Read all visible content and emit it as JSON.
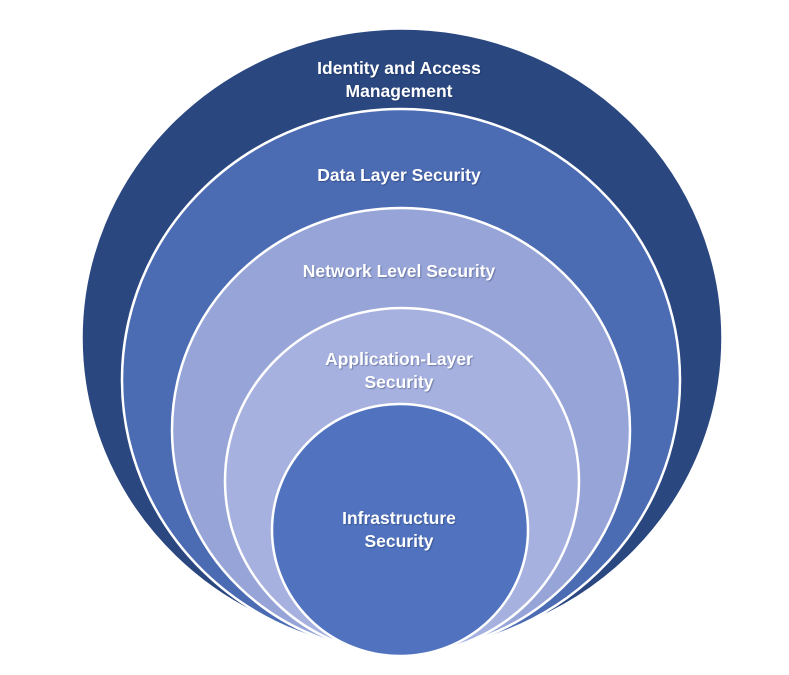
{
  "diagram": {
    "type": "nested-circles-onion-diagram",
    "background_color": "#ffffff",
    "divider_color": "#ffffff",
    "label_color": "#ffffff",
    "layers": [
      {
        "label": "Identity and Access Management",
        "lines": [
          "Identity and Access",
          "Management"
        ],
        "color": "#2a4780"
      },
      {
        "label": "Data Layer Security",
        "lines": [
          "Data Layer Security"
        ],
        "color": "#4b6bb3"
      },
      {
        "label": "Network Level Security",
        "lines": [
          "Network Level Security"
        ],
        "color": "#97a4d7"
      },
      {
        "label": "Application-Layer Security",
        "lines": [
          "Application-Layer",
          "Security"
        ],
        "color": "#a6b1df"
      },
      {
        "label": "Infrastructure Security",
        "lines": [
          "Infrastructure",
          "Security"
        ],
        "color": "#5173bf"
      }
    ]
  }
}
